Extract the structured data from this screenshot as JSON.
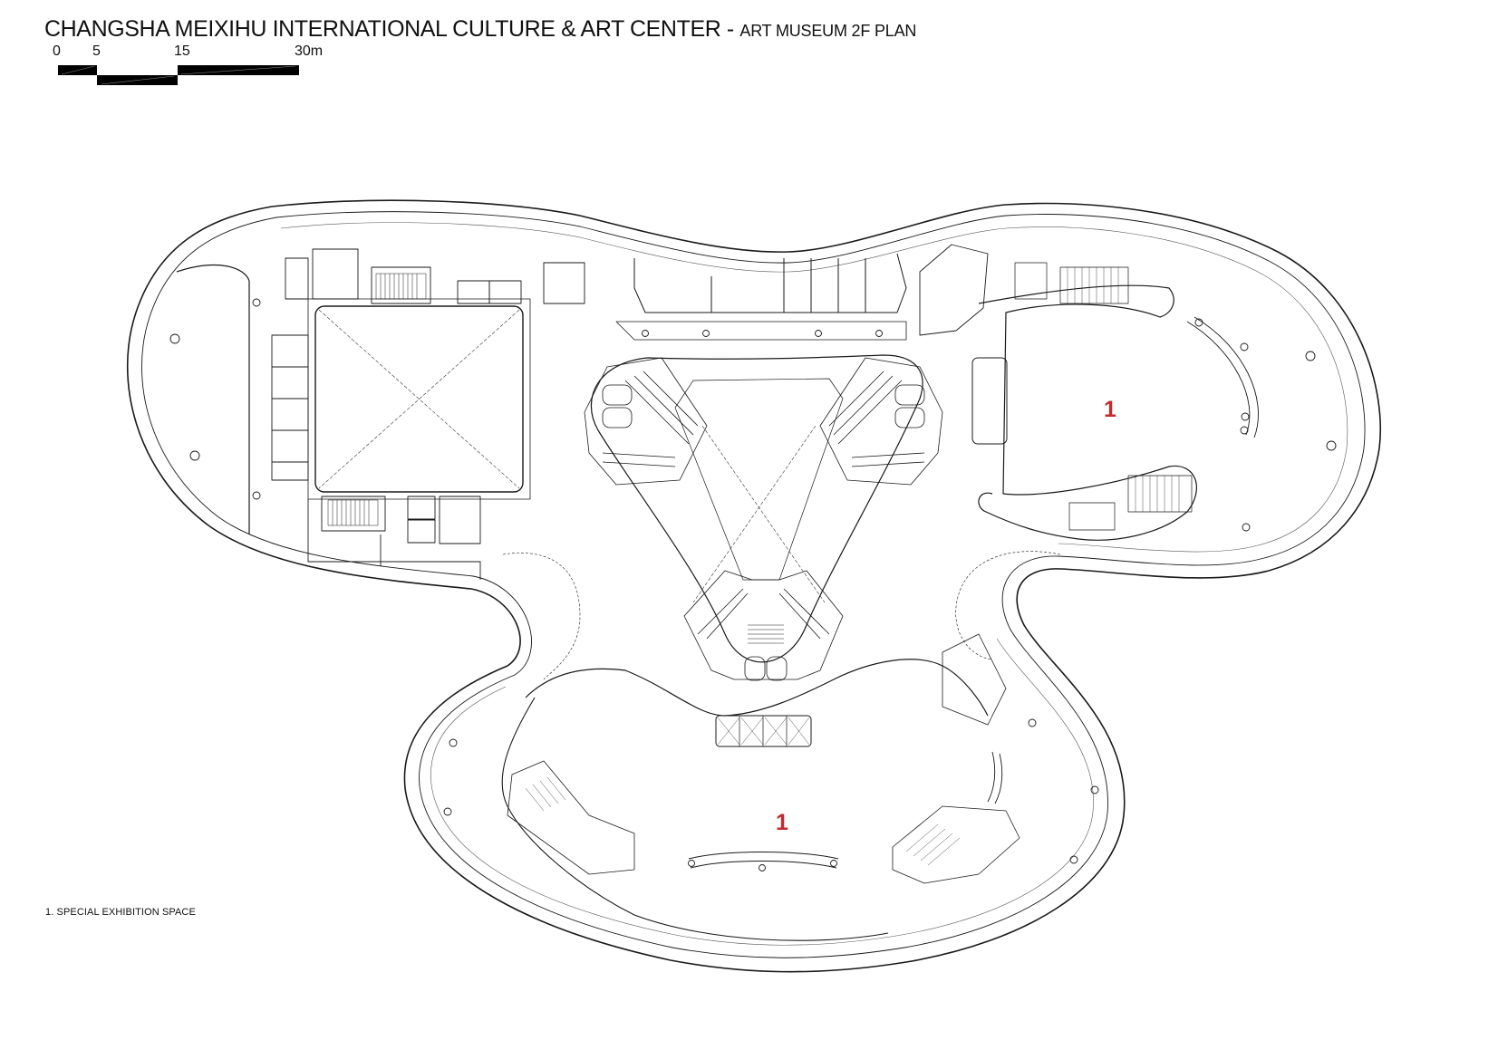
{
  "title": {
    "main": "CHANGSHA MEIXIHU INTERNATIONAL CULTURE & ART CENTER - ",
    "sub": "ART MUSEUM 2F PLAN"
  },
  "scale_bar": {
    "labels": [
      "0",
      "5",
      "15",
      "30m"
    ],
    "unit": "m"
  },
  "plan": {
    "rooms": [
      {
        "number": "1",
        "location": "east-lobe"
      },
      {
        "number": "1",
        "location": "south-lobe"
      }
    ],
    "accent_color": "#c32a2e"
  },
  "legend": {
    "items": [
      {
        "text": "1. SPECIAL EXHIBITION SPACE"
      }
    ]
  }
}
